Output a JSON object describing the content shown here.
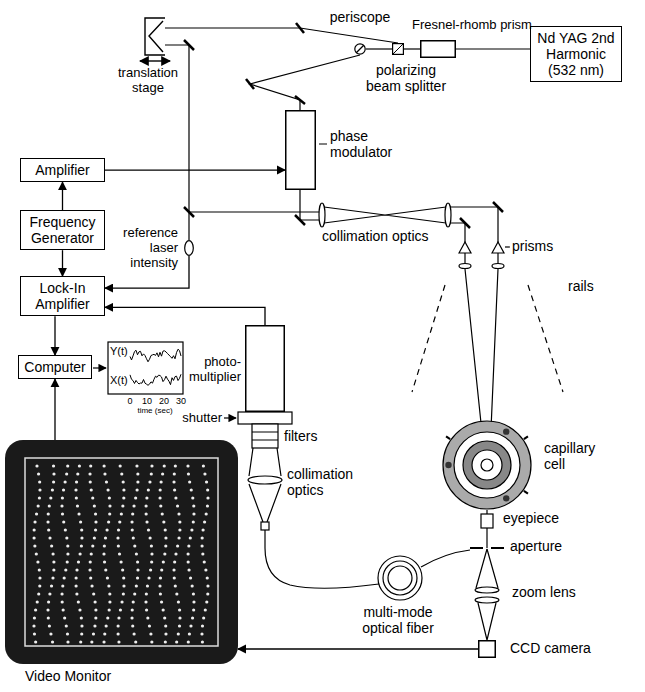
{
  "diagram": {
    "nodes": [
      {
        "text": [
          "periscope"
        ]
      },
      {
        "text": [
          "Fresnel-rhomb prism"
        ]
      },
      {
        "text": [
          "Nd YAG 2nd Harmonic (532 nm)"
        ]
      },
      {
        "text": [
          "polarizing beam splitter"
        ]
      },
      {
        "text": [
          "Amplifier"
        ]
      },
      {
        "text": [
          "phase modulator"
        ]
      },
      {
        "text": [
          "Frequency Generator"
        ]
      },
      {
        "text": [
          "reference laser intensity"
        ]
      },
      {
        "text": [
          "Lock-In Amplifier"
        ]
      },
      {
        "text": [
          "Computer"
        ]
      },
      {
        "text": [
          "photo- multiplier"
        ]
      },
      {
        "text": [
          "capillary cell"
        ]
      },
      {
        "text": [
          "CCD camera"
        ]
      },
      {
        "text": [
          "Video Monitor"
        ]
      }
    ],
    "edges": [
      {
        "from": 6,
        "to": 4,
        "arrow": "to"
      },
      {
        "from": 4,
        "to": 5,
        "arrow": "to"
      },
      {
        "from": 6,
        "to": 8,
        "arrow": "to"
      },
      {
        "from": 7,
        "to": 8,
        "arrow": "to"
      },
      {
        "from": 10,
        "to": 8,
        "arrow": "to"
      },
      {
        "from": 8,
        "to": 9,
        "arrow": "to"
      },
      {
        "from": 13,
        "to": 9,
        "arrow": "to"
      },
      {
        "from": 12,
        "to": 13,
        "arrow": "to"
      }
    ],
    "labels": [
      "translation stage",
      "collimation optics",
      "prisms",
      "rails",
      "Y(t)",
      "X(t)",
      "0",
      "10",
      "20",
      "30",
      "time (sec)",
      "shutter",
      "filters",
      "collimation optics",
      "eyepiece",
      "aperture",
      "multi-mode optical fiber",
      "zoom lens"
    ]
  }
}
